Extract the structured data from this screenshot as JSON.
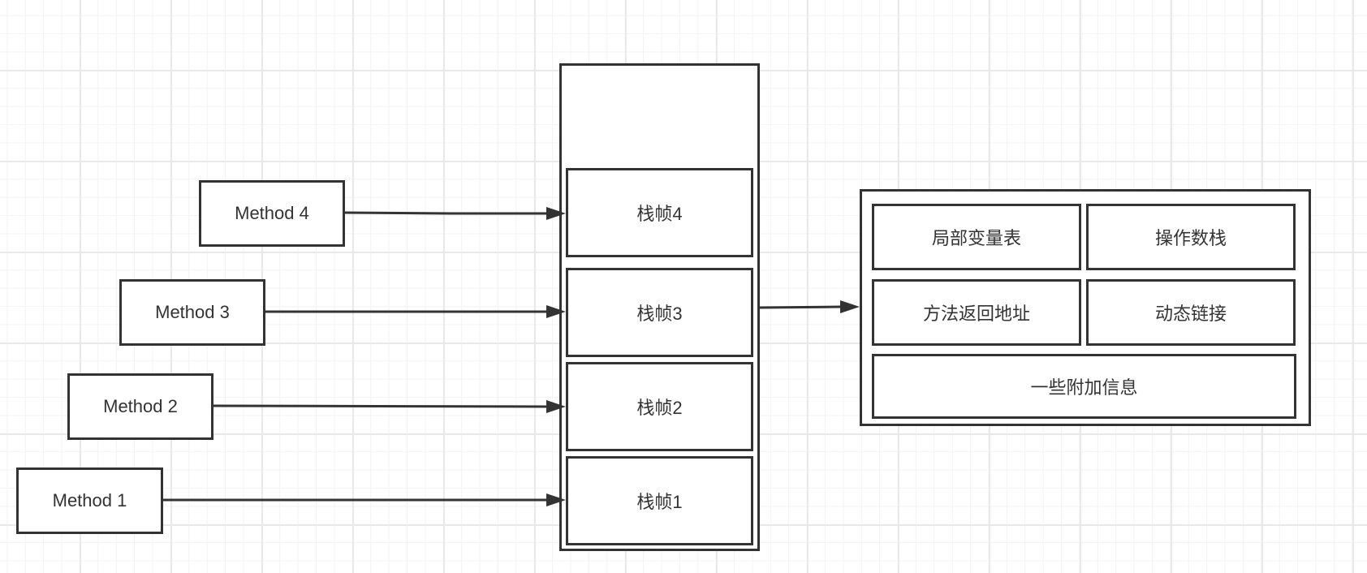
{
  "colors": {
    "stroke": "#333333",
    "fill": "#ffffff",
    "text": "#333333",
    "grid_major": "#e9e9e9",
    "grid_minor": "#f3f3f3"
  },
  "methods": [
    {
      "label": "Method 4"
    },
    {
      "label": "Method 3"
    },
    {
      "label": "Method 2"
    },
    {
      "label": "Method 1"
    }
  ],
  "stack": {
    "frames": [
      {
        "label": "栈帧4"
      },
      {
        "label": "栈帧3"
      },
      {
        "label": "栈帧2"
      },
      {
        "label": "栈帧1"
      }
    ]
  },
  "frame_detail": {
    "local_variables": "局部变量表",
    "operand_stack": "操作数栈",
    "return_address": "方法返回地址",
    "dynamic_linking": "动态链接",
    "additional_info": "一些附加信息"
  }
}
